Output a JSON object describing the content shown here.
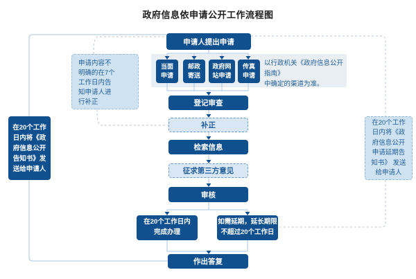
{
  "title": "政府信息依申请公开工作流程图",
  "colors": {
    "dark_box": "#11508f",
    "light_box_fill": "#d9e7f4",
    "light_box_border": "#6a9cc9",
    "panel_background": "#e9eef3",
    "note_fill": "#cfe2f1",
    "note_border": "#9cbcd8",
    "solid_line": "#a9c6e0",
    "dashed_line": "#b9c5d2",
    "dark_text": "#1f5c99",
    "title_text": "#1c1c1c"
  },
  "nodes": {
    "start": "申请人提出申请",
    "methods": [
      {
        "label": "当面\n申请"
      },
      {
        "label": "邮政\n寄送"
      },
      {
        "label": "政府网\n站申请"
      },
      {
        "label": "传真\n申请"
      }
    ],
    "channel_note": "以行政机关《政府信息公开指南》\n中确定的渠道为准。",
    "correction_note": "申请内容不\n明确的在7个\n工作日内告\n知申请人进\n行补正",
    "register": "登记审查",
    "correction": "补正",
    "search": "检索信息",
    "third_party": "征求第三方意见",
    "review": "审核",
    "branch_complete": "在20个工作日内\n完成办理",
    "branch_extend": "如需延期，延长期限\n不超过20个工作日",
    "reply": "作出答复",
    "left_result": "在20个工作\n日内将《政\n府信息公开\n告知书》发\n送给申请人",
    "right_result": "在20个工作\n日内将《政\n府信息公开\n申请延期告\n知书》 发送\n给申请人"
  }
}
